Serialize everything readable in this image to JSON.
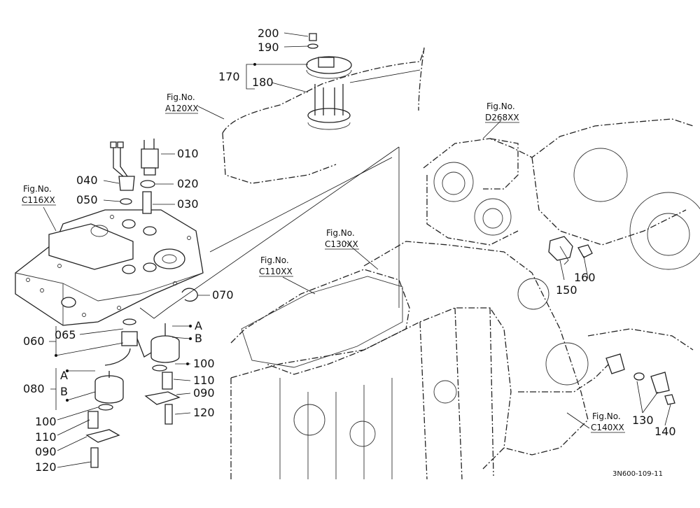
{
  "diagram": {
    "drawing_code": "3N600-109-11",
    "callouts": {
      "c010": "010",
      "c020": "020",
      "c030": "030",
      "c040": "040",
      "c050": "050",
      "c060": "060",
      "c065": "065",
      "c070": "070",
      "c080": "080",
      "c090a": "090",
      "c090b": "090",
      "c100a": "100",
      "c100b": "100",
      "c110a": "110",
      "c110b": "110",
      "c120a": "120",
      "c120b": "120",
      "c130": "130",
      "c140": "140",
      "c150": "150",
      "c160": "160",
      "c170": "170",
      "c180": "180",
      "c190": "190",
      "c200": "200"
    },
    "markers": {
      "a1": "A",
      "b1": "B",
      "a2": "A",
      "b2": "B"
    },
    "fig_refs": [
      {
        "title": "Fig.No.",
        "code": "A120XX"
      },
      {
        "title": "Fig.No.",
        "code": "D268XX"
      },
      {
        "title": "Fig.No.",
        "code": "C116XX"
      },
      {
        "title": "Fig.No.",
        "code": "C130XX"
      },
      {
        "title": "Fig.No.",
        "code": "C110XX"
      },
      {
        "title": "Fig.No.",
        "code": "C140XX"
      }
    ]
  }
}
